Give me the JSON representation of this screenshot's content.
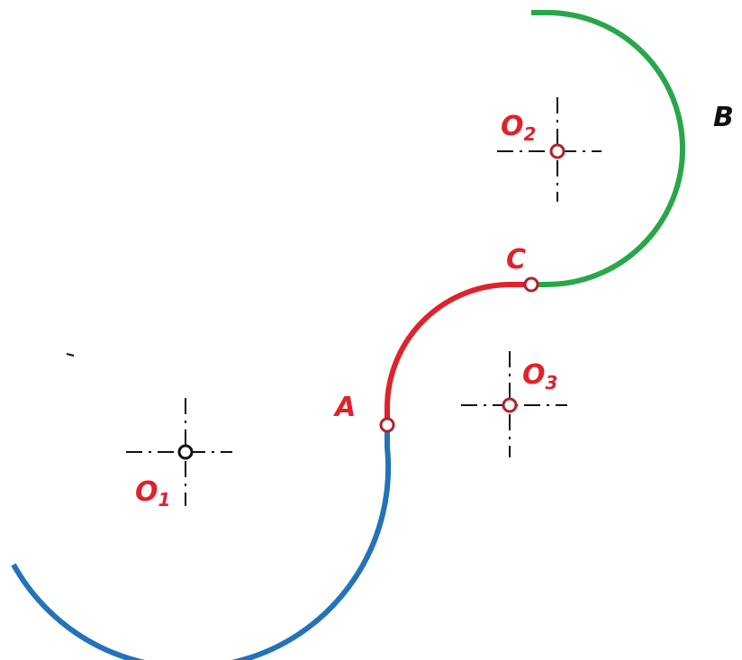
{
  "colors": {
    "arc_o1": "#2472b8",
    "arc_o3": "#e0222b",
    "arc_o2": "#2aa64a",
    "label_red": "#e0222b",
    "label_black": "#111111",
    "junction_stroke": "#b0222b",
    "o1_dot_stroke": "#111111",
    "axis_line": "#111111"
  },
  "labels": {
    "A": "A",
    "B": "B",
    "C": "C",
    "O": "O",
    "o1_sub": "1",
    "o2_sub": "2",
    "o3_sub": "3"
  }
}
